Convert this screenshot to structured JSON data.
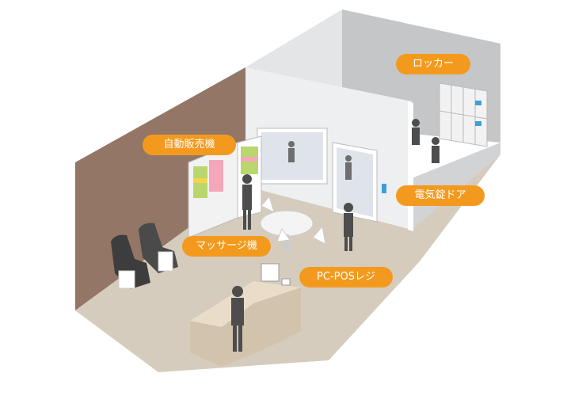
{
  "labels": {
    "locker": "ロッカー",
    "vending": "自動販売機",
    "door_lock": "電気錠ドア",
    "massage": "マッサージ機",
    "pos": "PC-POSレジ"
  },
  "colors": {
    "label_bg": "#f39a1e",
    "left_wall": "#957767",
    "floor": "#d8cebf",
    "back_wall": "#e7e8ea",
    "locker_room_wall": "#c9cacc",
    "person": "#4d4d4d"
  }
}
